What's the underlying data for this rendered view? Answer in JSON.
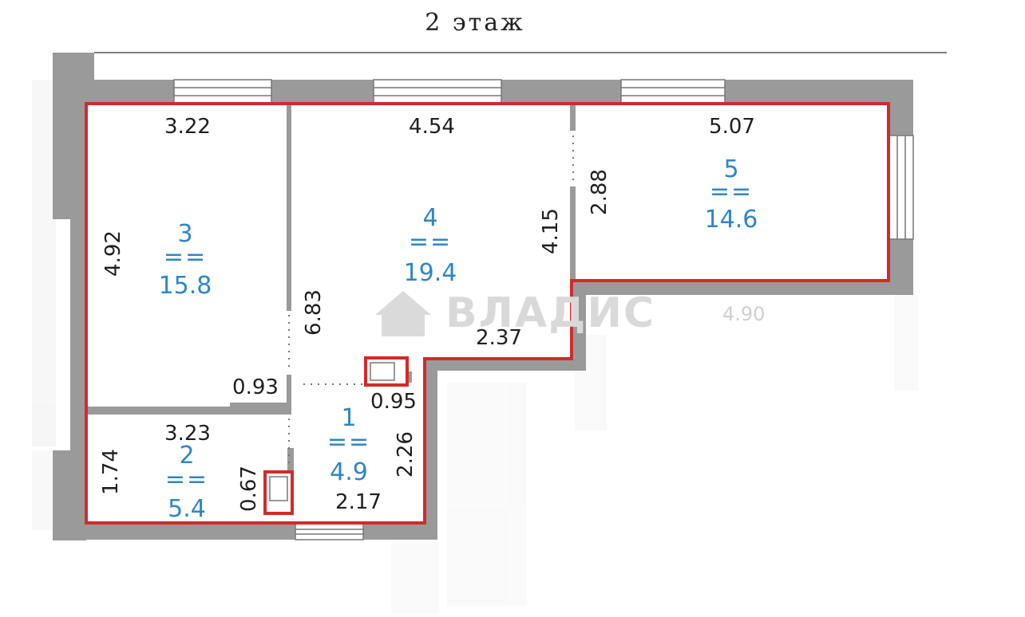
{
  "title": "2 этаж",
  "watermark": "ВЛАДИС",
  "rooms": [
    {
      "id": "1",
      "eq": "==",
      "area": "4.9"
    },
    {
      "id": "2",
      "eq": "==",
      "area": "5.4"
    },
    {
      "id": "3",
      "eq": "==",
      "area": "15.8"
    },
    {
      "id": "4",
      "eq": "==",
      "area": "19.4"
    },
    {
      "id": "5",
      "eq": "==",
      "area": "14.6"
    }
  ],
  "dimensions": {
    "room3_width": "3.22",
    "room4_width": "4.54",
    "room5_width": "5.07",
    "room3_height": "4.92",
    "room4_height": "4.15",
    "room5_height": "2.88",
    "partition_length": "6.83",
    "room4_bottom": "2.37",
    "niche_0_93": "0.93",
    "niche_0_95": "0.95",
    "room2_width": "3.23",
    "room2_height": "1.74",
    "room1_height": "2.26",
    "door_0_67": "0.67",
    "room1_width": "2.17",
    "ghost_490": "4.90"
  },
  "colors": {
    "wall": "#9a9a9a",
    "outline": "#d42a2a",
    "room_label": "#2f86c8",
    "dimension_text": "#1f1f1f"
  }
}
